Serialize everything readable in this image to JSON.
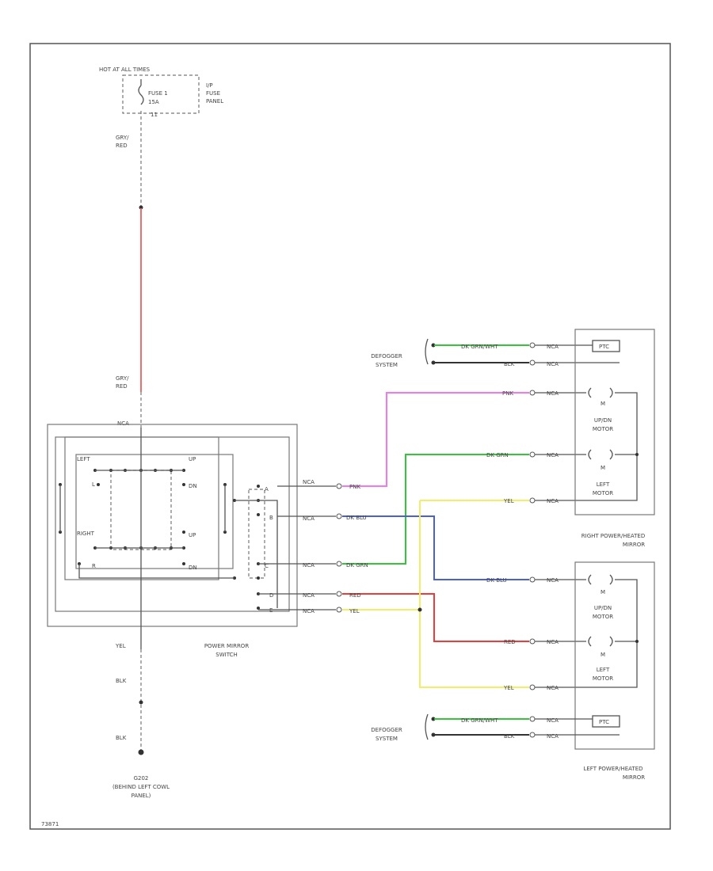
{
  "power_source": {
    "hot_label": "HOT AT ALL TIMES",
    "fuse_name": "FUSE 1",
    "fuse_rating": "15A",
    "fuse_pin": "11",
    "panel_label_1": "I/P",
    "panel_label_2": "FUSE",
    "panel_label_3": "PANEL"
  },
  "wires": {
    "feed_color_1": "GRY/",
    "feed_color_2": "RED",
    "feed_color_3": "GRY/",
    "feed_color_4": "RED",
    "switch_terminal": "NCA",
    "ground_wire_1": "YEL",
    "ground_wire_2": "BLK",
    "ground_wire_3": "BLK"
  },
  "switch": {
    "name_1": "POWER MIRROR",
    "name_2": "SWITCH",
    "pos_left": "LEFT",
    "pos_up": "UP",
    "pos_l": "L",
    "pos_dn": "DN",
    "pos_right": "RIGHT",
    "pos_up2": "UP",
    "pos_r": "R",
    "pos_dn2": "DN",
    "pin_a": "A",
    "pin_b": "B",
    "pin_c": "C",
    "pin_d": "D",
    "pin_e": "E"
  },
  "harness": {
    "conn_label": "NCA",
    "pnk": "PNK",
    "dk_blu": "DK BLU",
    "dk_grn": "DK GRN",
    "red": "RED",
    "yel": "YEL",
    "pnk_r": "PNK",
    "dk_grn_r": "DK GRN",
    "yel_r": "YEL",
    "dk_blu_l": "DK BLU",
    "red_l": "RED",
    "yel_l": "YEL"
  },
  "defogger": {
    "top_label_1": "DEFOGGER",
    "top_label_2": "SYSTEM",
    "top_wire_1": "DK GRN/WHT",
    "top_wire_2": "BLK",
    "bottom_label_1": "DEFOGGER",
    "bottom_label_2": "SYSTEM",
    "bottom_wire_1": "DK GRN/WHT",
    "bottom_wire_2": "BLK"
  },
  "right_mirror": {
    "motor1_m": "M",
    "motor1_1": "UP/DN",
    "motor1_2": "MOTOR",
    "motor2_m": "M",
    "motor2_1": "LEFT",
    "motor2_2": "MOTOR",
    "label_1": "RIGHT POWER/HEATED",
    "label_2": "MIRROR",
    "heater": "PTC"
  },
  "left_mirror": {
    "motor1_m": "M",
    "motor1_1": "UP/DN",
    "motor1_2": "MOTOR",
    "motor2_m": "M",
    "motor2_1": "LEFT",
    "motor2_2": "MOTOR",
    "label_1": "LEFT POWER/HEATED",
    "label_2": "MIRROR",
    "heater": "PTC"
  },
  "ground": {
    "name": "G202",
    "loc_1": "(BEHIND LEFT COWL",
    "loc_2": "PANEL)"
  },
  "footer": {
    "code": "73871"
  },
  "colors": {
    "red": "#ef6d6d",
    "pink": "#f278f0",
    "green": "#35c43a",
    "blue": "#4b5fd8",
    "yellow": "#f2ee6a",
    "wire_red": "#ee3b3b"
  }
}
